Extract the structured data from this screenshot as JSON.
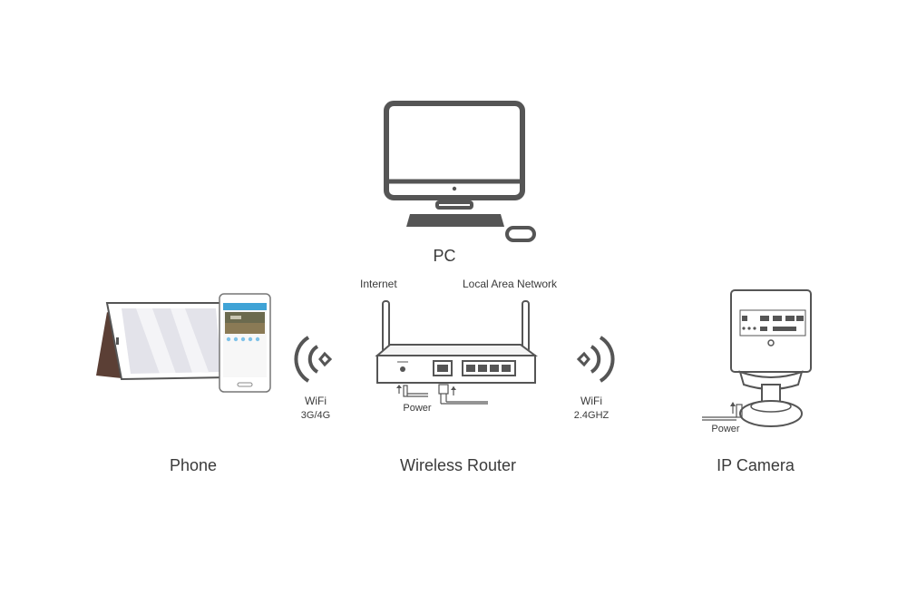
{
  "pc": {
    "label": "PC",
    "icons": [
      "monitor-icon",
      "keyboard-icon",
      "mouse-icon"
    ]
  },
  "router": {
    "label": "Wireless Router",
    "internet_label": "Internet",
    "lan_label": "Local Area Network",
    "power_label": "Power"
  },
  "phone": {
    "label": "Phone",
    "wifi_label": "WiFi",
    "wifi_sub": "3G/4G"
  },
  "camera": {
    "label": "IP Camera",
    "wifi_label": "WiFi",
    "wifi_sub": "2.4GHZ",
    "power_label": "Power"
  },
  "colors": {
    "outline": "#555555",
    "screen_fill": "#e3e3ea",
    "case_brown": "#5b3f35",
    "text": "#3a3a3a"
  }
}
